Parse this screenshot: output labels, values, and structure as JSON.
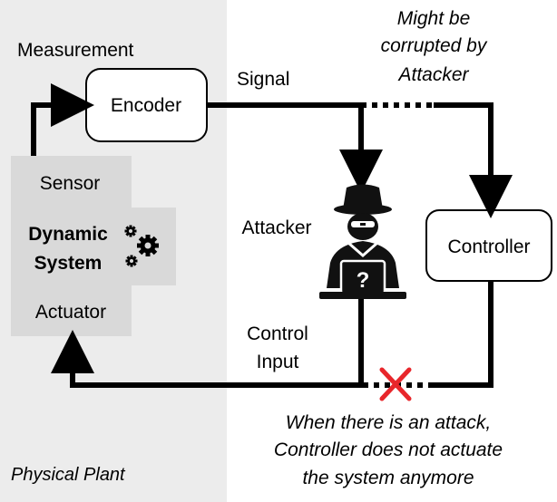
{
  "labels": {
    "measurement": "Measurement",
    "encoder": "Encoder",
    "signal": "Signal",
    "might_be_line1": "Might be",
    "might_be_line2": "corrupted by",
    "might_be_line3": "Attacker",
    "sensor": "Sensor",
    "dynamic": "Dynamic",
    "system": "System",
    "actuator": "Actuator",
    "attacker": "Attacker",
    "controller": "Controller",
    "control_input_line1": "Control",
    "control_input_line2": "Input",
    "attack_note_line1": "When there is an attack,",
    "attack_note_line2": "Controller does not actuate",
    "attack_note_line3": "the system anymore",
    "physical_plant": "Physical Plant",
    "attacker_laptop_mark": "?"
  },
  "icons": {
    "gears": "gears-icon",
    "attacker": "hacker-icon",
    "blocked": "red-x-icon"
  },
  "colors": {
    "plant_background": "#ececec",
    "plant_blocks": "#d9d9d9",
    "line": "#000000",
    "block_x": "#e8262b"
  }
}
